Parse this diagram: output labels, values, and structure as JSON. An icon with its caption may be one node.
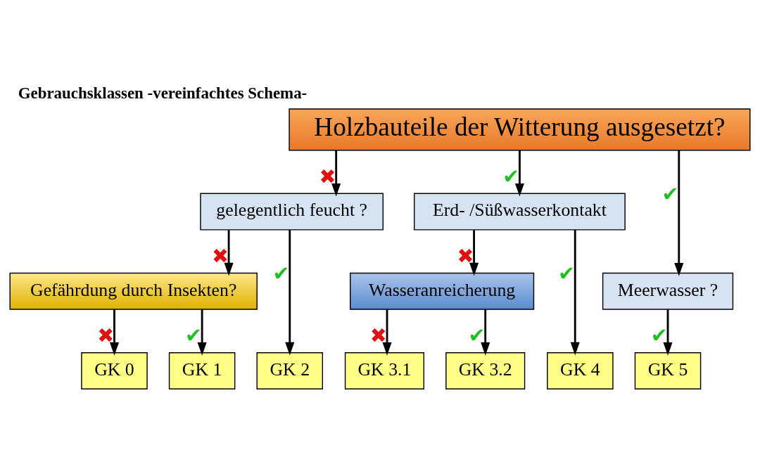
{
  "diagram": {
    "title": "Gebrauchsklassen -vereinfachtes Schema-",
    "nodes": [
      {
        "text": [
          "Holzbauteile der Witterung ausgesetzt?"
        ]
      },
      {
        "text": [
          "gelegentlich feucht ?"
        ]
      },
      {
        "text": [
          "Erd- /Süßwasserkontakt"
        ]
      },
      {
        "text": [
          "Meerwasser ?"
        ]
      },
      {
        "text": [
          "Gefährdung durch Insekten?"
        ]
      },
      {
        "text": [
          "Wasseranreicherung"
        ]
      },
      {
        "text": [
          "GK 0"
        ]
      },
      {
        "text": [
          "GK 1"
        ]
      },
      {
        "text": [
          "GK 2"
        ]
      },
      {
        "text": [
          "GK 3.1"
        ]
      },
      {
        "text": [
          "GK 3.2"
        ]
      },
      {
        "text": [
          "GK 4"
        ]
      },
      {
        "text": [
          "GK 5"
        ]
      }
    ],
    "edges": [
      {
        "from": 0,
        "to": 1,
        "arrow": "to",
        "label": "✖"
      },
      {
        "from": 0,
        "to": 2,
        "arrow": "to",
        "label": "✔"
      },
      {
        "from": 0,
        "to": 3,
        "arrow": "to",
        "label": "✔"
      },
      {
        "from": 1,
        "to": 4,
        "arrow": "to",
        "label": "✖"
      },
      {
        "from": 1,
        "to": 8,
        "arrow": "to",
        "label": "✔"
      },
      {
        "from": 2,
        "to": 5,
        "arrow": "to",
        "label": "✖"
      },
      {
        "from": 2,
        "to": 11,
        "arrow": "to",
        "label": "✔"
      },
      {
        "from": 3,
        "to": 12,
        "arrow": "to",
        "label": "✔"
      },
      {
        "from": 4,
        "to": 6,
        "arrow": "to",
        "label": "✖"
      },
      {
        "from": 4,
        "to": 7,
        "arrow": "to",
        "label": "✔"
      },
      {
        "from": 5,
        "to": 9,
        "arrow": "to",
        "label": "✖"
      },
      {
        "from": 5,
        "to": 10,
        "arrow": "to",
        "label": "✔"
      }
    ]
  }
}
